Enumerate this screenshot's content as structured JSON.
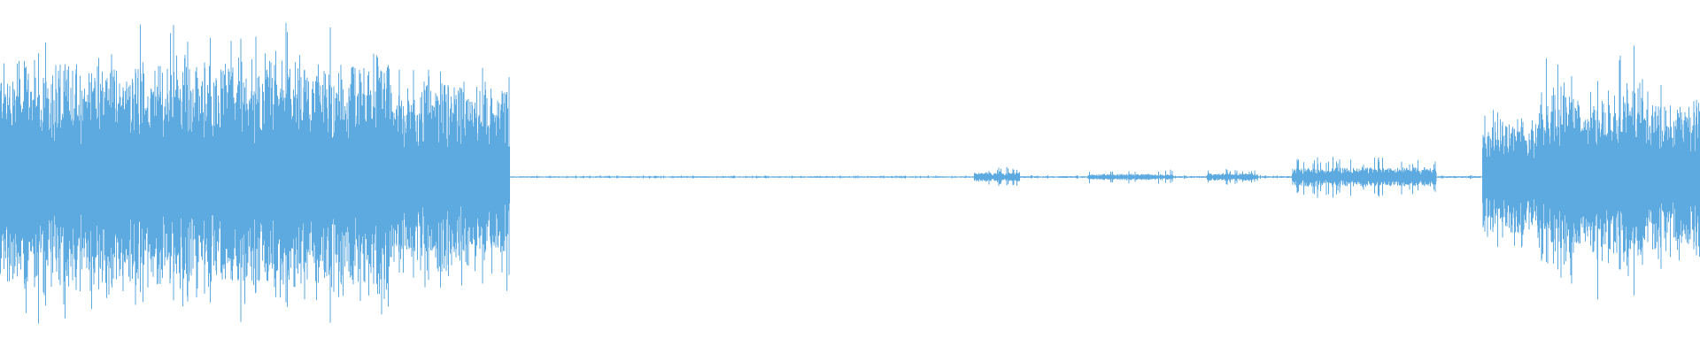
{
  "waveform": {
    "color": "#5DAAE1",
    "background": "#FFFFFF",
    "segments": [
      {
        "start": 0.0,
        "end": 0.232,
        "amplitude": 0.72,
        "peak": 0.92
      },
      {
        "start": 0.232,
        "end": 0.3,
        "amplitude": 0.58,
        "peak": 0.7
      },
      {
        "start": 0.3,
        "end": 0.573,
        "amplitude": 0.005,
        "peak": 0.01
      },
      {
        "start": 0.573,
        "end": 0.6,
        "amplitude": 0.03,
        "peak": 0.06
      },
      {
        "start": 0.6,
        "end": 0.64,
        "amplitude": 0.006,
        "peak": 0.012
      },
      {
        "start": 0.64,
        "end": 0.69,
        "amplitude": 0.02,
        "peak": 0.05
      },
      {
        "start": 0.69,
        "end": 0.71,
        "amplitude": 0.006,
        "peak": 0.012
      },
      {
        "start": 0.71,
        "end": 0.74,
        "amplitude": 0.025,
        "peak": 0.05
      },
      {
        "start": 0.74,
        "end": 0.76,
        "amplitude": 0.006,
        "peak": 0.012
      },
      {
        "start": 0.76,
        "end": 0.845,
        "amplitude": 0.06,
        "peak": 0.12
      },
      {
        "start": 0.845,
        "end": 0.872,
        "amplitude": 0.006,
        "peak": 0.012
      },
      {
        "start": 0.872,
        "end": 0.905,
        "amplitude": 0.35,
        "peak": 0.45
      },
      {
        "start": 0.905,
        "end": 0.952,
        "amplitude": 0.52,
        "peak": 0.75
      },
      {
        "start": 0.952,
        "end": 0.962,
        "amplitude": 0.6,
        "peak": 1.0
      },
      {
        "start": 0.962,
        "end": 1.0,
        "amplitude": 0.48,
        "peak": 0.62
      }
    ]
  }
}
